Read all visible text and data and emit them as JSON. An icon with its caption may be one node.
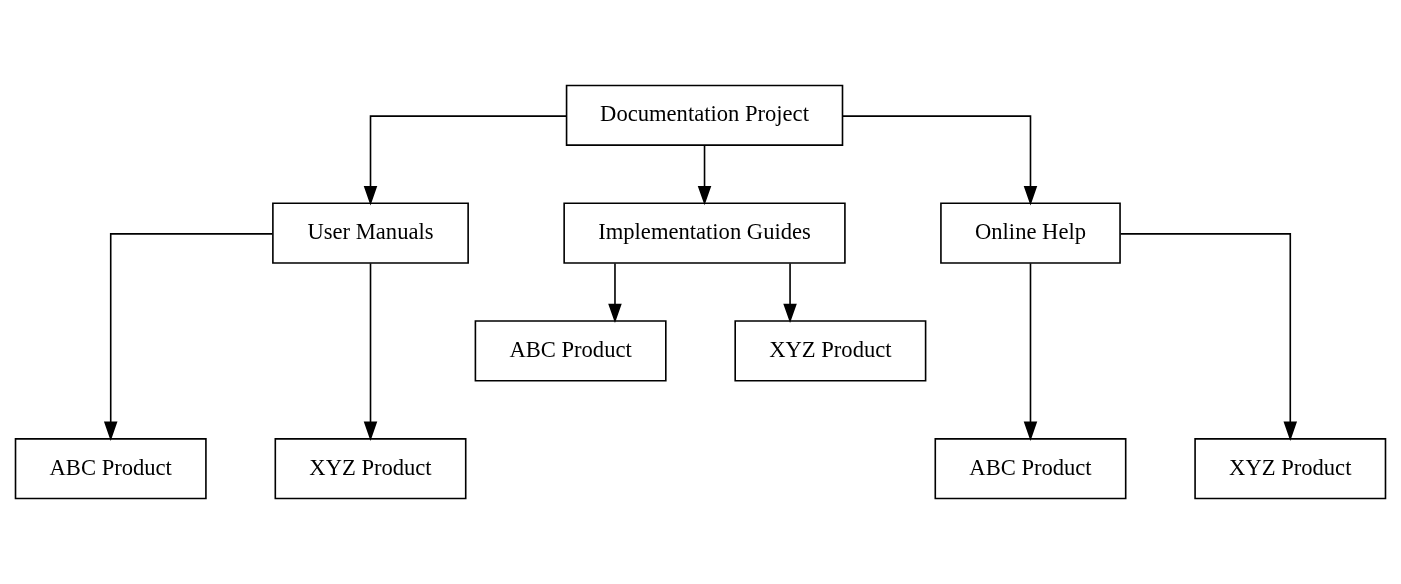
{
  "diagram": {
    "nodes": [
      {
        "text": [
          "Documentation Project"
        ]
      },
      {
        "text": [
          "User Manuals"
        ]
      },
      {
        "text": [
          "Implementation Guides"
        ]
      },
      {
        "text": [
          "Online Help"
        ]
      },
      {
        "text": [
          "ABC Product"
        ]
      },
      {
        "text": [
          "XYZ Product"
        ]
      },
      {
        "text": [
          "ABC Product"
        ]
      },
      {
        "text": [
          "XYZ Product"
        ]
      },
      {
        "text": [
          "ABC Product"
        ]
      },
      {
        "text": [
          "XYZ Product"
        ]
      }
    ],
    "edges": [
      {
        "from": 0,
        "to": 1,
        "arrow": "to"
      },
      {
        "from": 0,
        "to": 2,
        "arrow": "to"
      },
      {
        "from": 0,
        "to": 3,
        "arrow": "to"
      },
      {
        "from": 2,
        "to": 4,
        "arrow": "to"
      },
      {
        "from": 2,
        "to": 5,
        "arrow": "to"
      },
      {
        "from": 1,
        "to": 6,
        "arrow": "to"
      },
      {
        "from": 1,
        "to": 7,
        "arrow": "to"
      },
      {
        "from": 3,
        "to": 8,
        "arrow": "to"
      },
      {
        "from": 3,
        "to": 9,
        "arrow": "to"
      }
    ]
  }
}
